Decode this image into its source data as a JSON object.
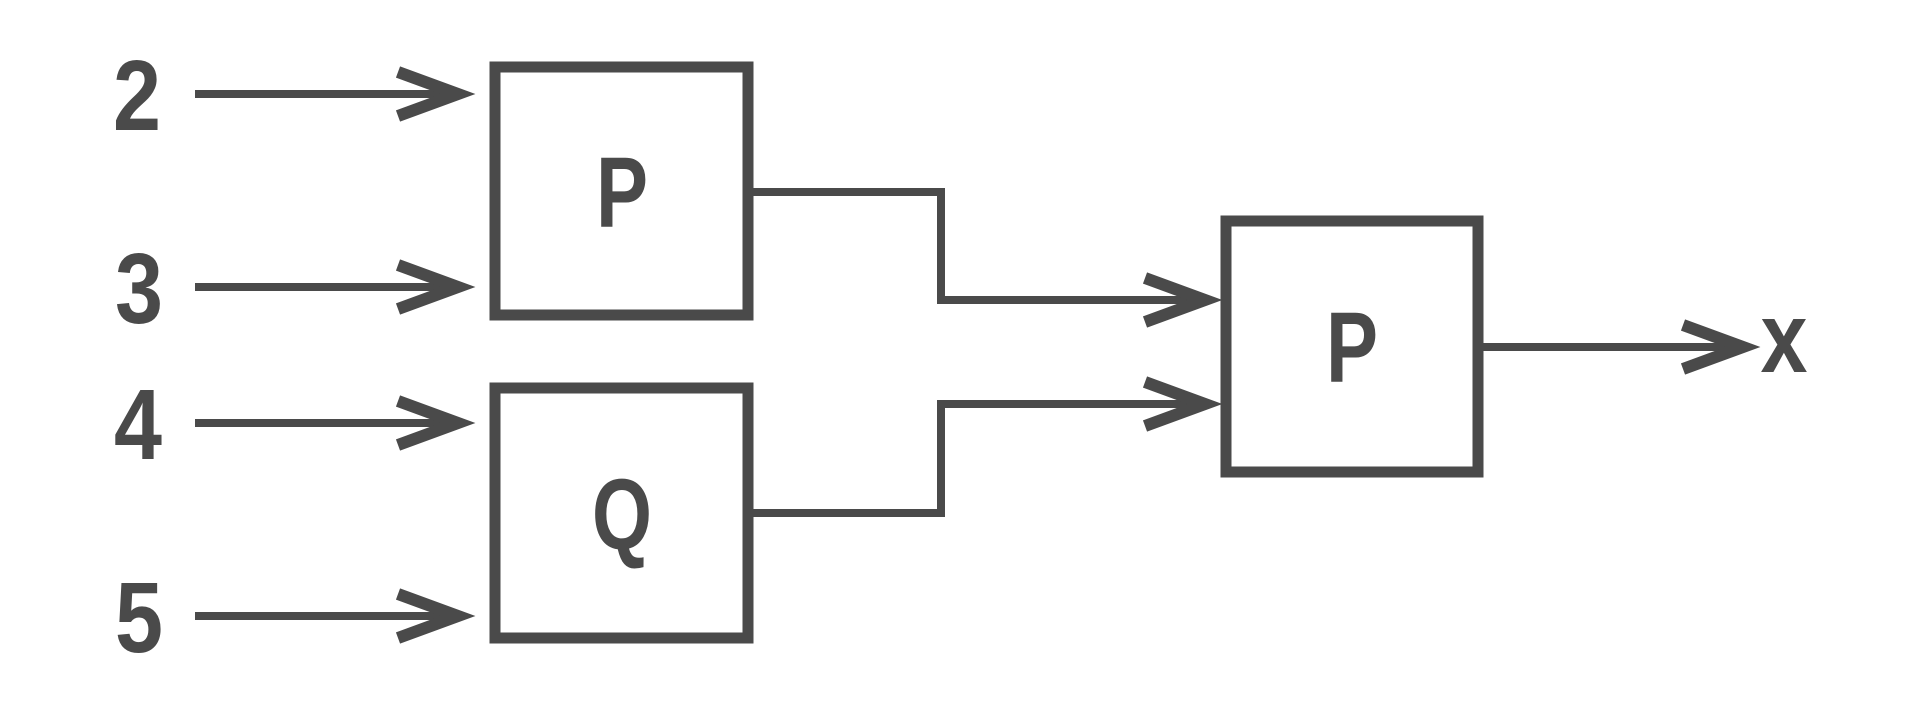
{
  "diagram": {
    "type": "function-machine-flow",
    "ink_color": "#4a4a4a",
    "background_color": "#ffffff",
    "inputs": [
      {
        "label": "2",
        "feeds": "P"
      },
      {
        "label": "3",
        "feeds": "P"
      },
      {
        "label": "4",
        "feeds": "Q"
      },
      {
        "label": "5",
        "feeds": "Q"
      }
    ],
    "machines": [
      {
        "id": "first",
        "label": "P"
      },
      {
        "id": "second",
        "label": "Q"
      },
      {
        "id": "final",
        "label": "P"
      }
    ],
    "output": {
      "label": "x"
    }
  }
}
